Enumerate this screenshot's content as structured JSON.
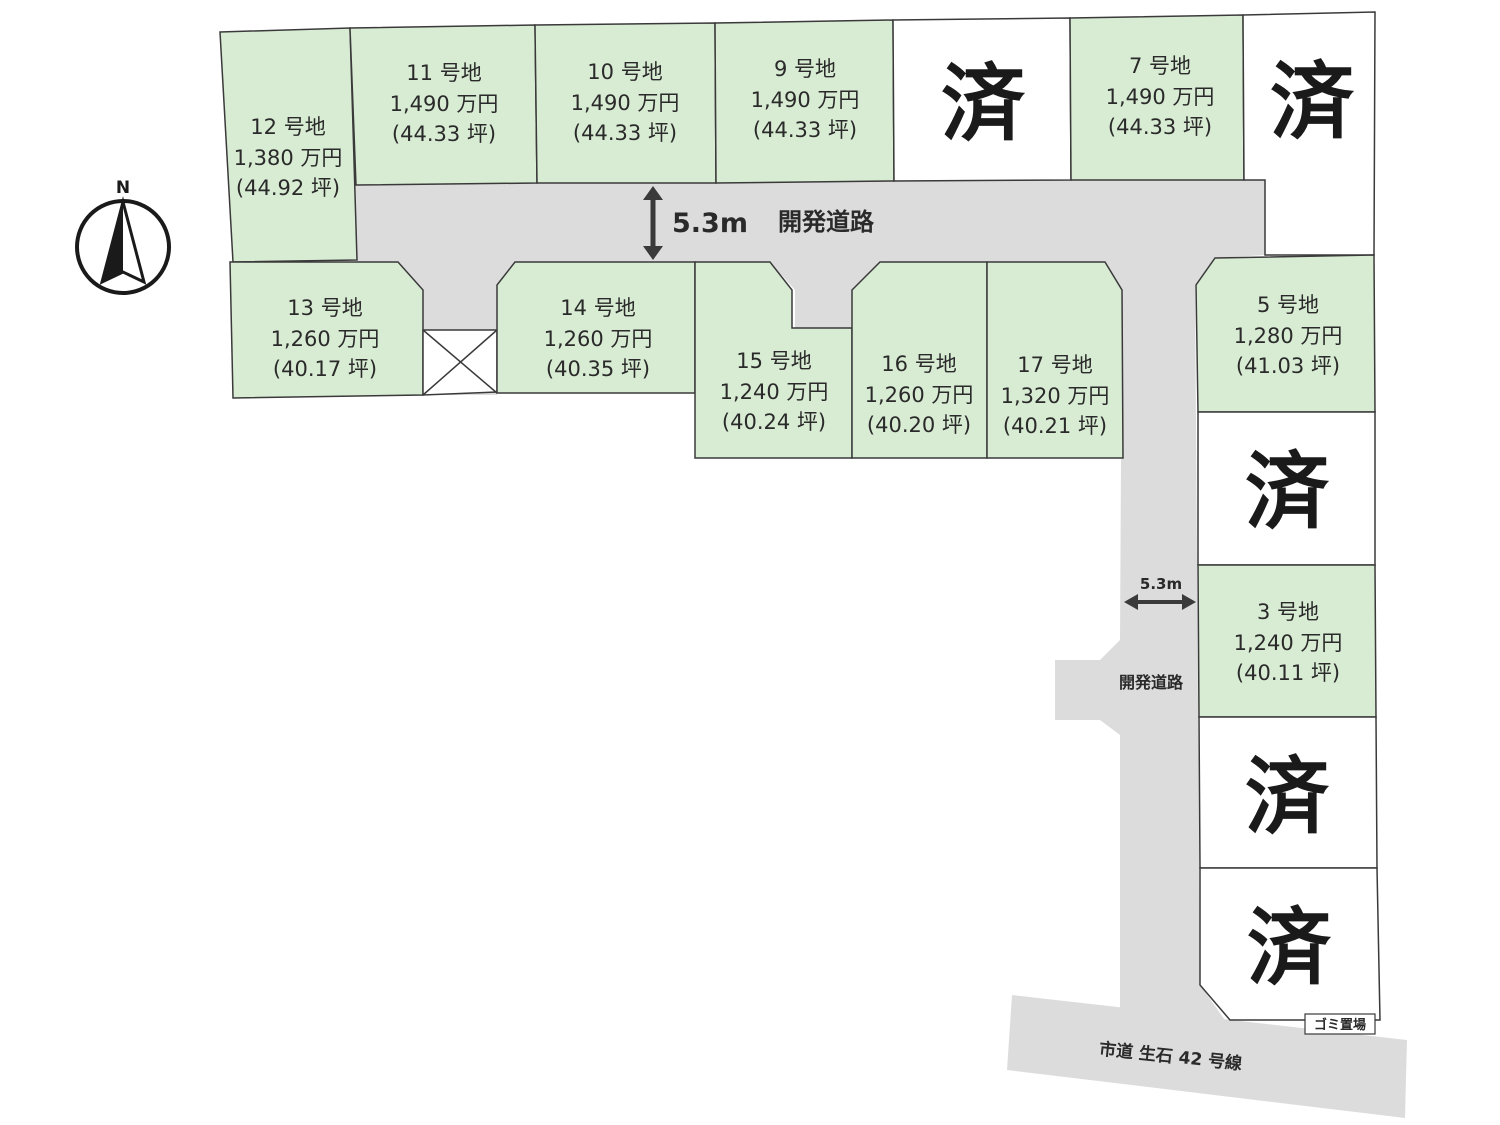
{
  "lots": [
    {
      "id": "12",
      "number": "12 号地",
      "price": "1,380 万円",
      "area": "(44.92 坪)",
      "status": "available"
    },
    {
      "id": "11",
      "number": "11 号地",
      "price": "1,490 万円",
      "area": "(44.33 坪)",
      "status": "available"
    },
    {
      "id": "10",
      "number": "10 号地",
      "price": "1,490 万円",
      "area": "(44.33 坪)",
      "status": "available"
    },
    {
      "id": "9",
      "number": "9 号地",
      "price": "1,490 万円",
      "area": "(44.33 坪)",
      "status": "available"
    },
    {
      "id": "8",
      "status": "sold",
      "label": "済"
    },
    {
      "id": "7",
      "number": "7 号地",
      "price": "1,490 万円",
      "area": "(44.33 坪)",
      "status": "available"
    },
    {
      "id": "6",
      "status": "sold",
      "label": "済"
    },
    {
      "id": "13",
      "number": "13 号地",
      "price": "1,260 万円",
      "area": "(40.17 坪)",
      "status": "available"
    },
    {
      "id": "14",
      "number": "14 号地",
      "price": "1,260 万円",
      "area": "(40.35 坪)",
      "status": "available"
    },
    {
      "id": "15",
      "number": "15 号地",
      "price": "1,240 万円",
      "area": "(40.24 坪)",
      "status": "available"
    },
    {
      "id": "16",
      "number": "16 号地",
      "price": "1,260 万円",
      "area": "(40.20 坪)",
      "status": "available"
    },
    {
      "id": "17",
      "number": "17 号地",
      "price": "1,320 万円",
      "area": "(40.21 坪)",
      "status": "available"
    },
    {
      "id": "5",
      "number": "5 号地",
      "price": "1,280 万円",
      "area": "(41.03 坪)",
      "status": "available"
    },
    {
      "id": "4",
      "status": "sold",
      "label": "済"
    },
    {
      "id": "3",
      "number": "3 号地",
      "price": "1,240 万円",
      "area": "(40.11 坪)",
      "status": "available"
    },
    {
      "id": "2",
      "status": "sold",
      "label": "済"
    },
    {
      "id": "1",
      "status": "sold",
      "label": "済"
    }
  ],
  "roads": {
    "main_width": "5.3m",
    "main_name": "開発道路",
    "side_width": "5.3m",
    "side_name": "開発道路",
    "city_road": "市道 生石 42 号線"
  },
  "compass": {
    "label": "N"
  },
  "garbage": "ゴミ置場",
  "colors": {
    "available": "#d8ebd3",
    "sold": "#ffffff",
    "road": "#dcdcdc",
    "line": "#3a3a3a"
  }
}
